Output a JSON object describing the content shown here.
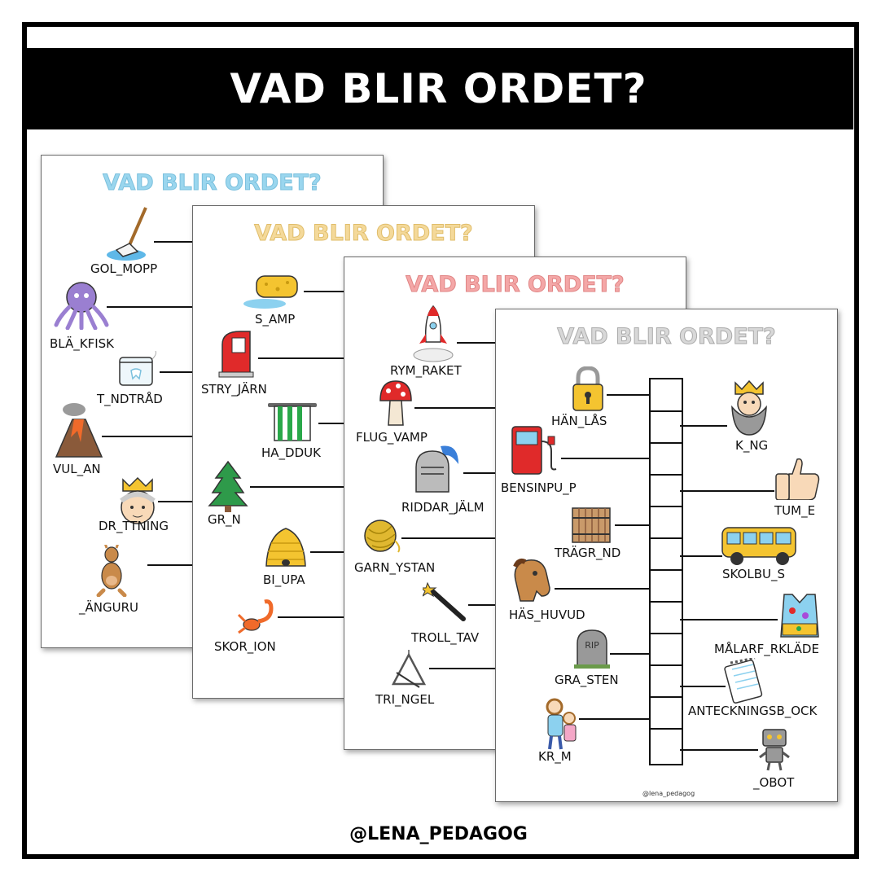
{
  "banner": {
    "title": "VAD BLIR ORDET?"
  },
  "sheets": [
    {
      "title": "VAD BLIR ORDET?",
      "title_color": "#9ad6ee",
      "words": [
        "GOL_MOPP",
        "BLÄ_KFISK",
        "T_NDTRÅD",
        "VUL_AN",
        "DR_TTNING",
        "_ÄNGURU"
      ]
    },
    {
      "title": "VAD BLIR ORDET?",
      "title_color": "#f4d99a",
      "words": [
        "S_AMP",
        "STRY_JÄRN",
        "HA_DDUK",
        "GR_N",
        "BI_UPA",
        "SKOR_ION"
      ]
    },
    {
      "title": "VAD BLIR ORDET?",
      "title_color": "#f4a7a7",
      "words": [
        "RYM_RAKET",
        "FLUG_VAMP",
        "RIDDAR_JÄLM",
        "GARN_YSTAN",
        "TROLL_TAV",
        "TRI_NGEL"
      ]
    },
    {
      "title": "VAD BLIR ORDET?",
      "title_color": "#cfcfcf",
      "left_words": [
        "HÄN_LÅS",
        "BENSINPU_P",
        "TRÄGR_ND",
        "HÄS_HUVUD",
        "GRA_STEN",
        "KR_M"
      ],
      "right_words": [
        "K_NG",
        "TUM_E",
        "SKOLBU_S",
        "MÅLARF_RKLÄDE",
        "ANTECKNINGSB_OCK",
        "_OBOT"
      ],
      "credit": "@lena_pedagog"
    }
  ],
  "footer": {
    "handle": "@LENA_PEDAGOG"
  },
  "icons": [
    "mop-icon",
    "octopus-icon",
    "floss-icon",
    "volcano-icon",
    "queen-icon",
    "kangaroo-icon",
    "sponge-icon",
    "iron-icon",
    "towel-icon",
    "tree-icon",
    "beehive-icon",
    "scorpion-icon",
    "rocket-icon",
    "mushroom-icon",
    "helmet-icon",
    "yarn-icon",
    "wand-icon",
    "triangle-icon",
    "padlock-icon",
    "gas-pump-icon",
    "gate-icon",
    "horse-icon",
    "gravestone-icon",
    "hug-icon",
    "king-icon",
    "thumb-icon",
    "bus-icon",
    "apron-icon",
    "notepad-icon",
    "robot-icon"
  ]
}
